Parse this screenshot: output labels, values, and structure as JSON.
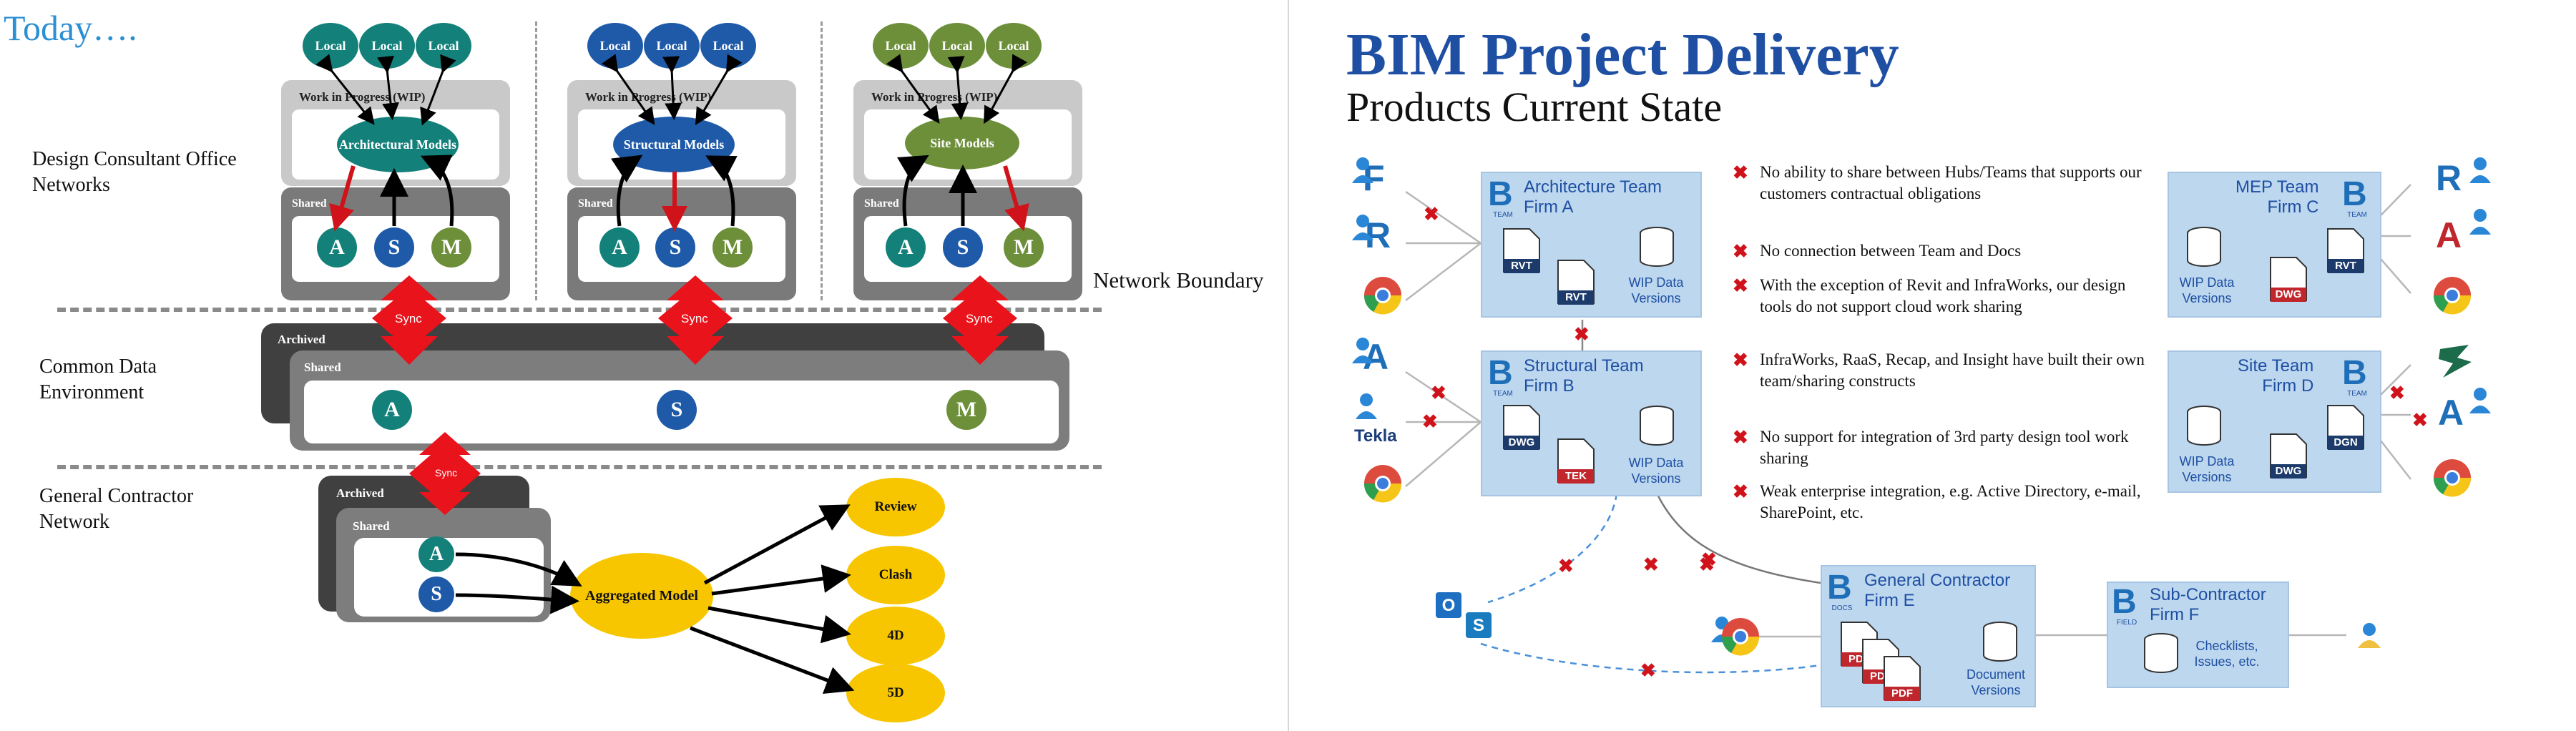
{
  "left": {
    "title": "Today….",
    "design_label": "Design Consultant Office Networks",
    "cde_label": "Common Data Environment",
    "gc_label": "General Contractor Network",
    "network_boundary": "Network Boundary",
    "wip_title": "Work in Progress (WIP)",
    "shared_title": "Shared",
    "archived_title": "Archived",
    "local": "Local",
    "sync": "Sync",
    "models": {
      "architectural": "Architectural Models",
      "structural": "Structural Models",
      "site": "Site Models"
    },
    "letters": {
      "a": "A",
      "s": "S",
      "m": "M"
    },
    "aggregated": "Aggregated Model",
    "outputs": [
      "Review",
      "Clash",
      "4D",
      "5D"
    ],
    "colors": {
      "teal": "#13807a",
      "blue": "#1f5aa8",
      "green": "#6d8f3a",
      "gold": "#f7c600",
      "sync_red": "#e8131b"
    }
  },
  "right": {
    "title": "BIM Project Delivery",
    "subtitle": "Products Current State",
    "teams": {
      "architecture": {
        "line1": "Architecture Team",
        "line2": "Firm A"
      },
      "structural": {
        "line1": "Structural Team",
        "line2": "Firm B"
      },
      "mep": {
        "line1": "MEP Team",
        "line2": "Firm C"
      },
      "site": {
        "line1": "Site Team",
        "line2": "Firm D"
      },
      "gc": {
        "line1": "General Contractor",
        "line2": "Firm E"
      },
      "sub": {
        "line1": "Sub-Contractor",
        "line2": "Firm F"
      }
    },
    "wip_data_versions": "WIP Data Versions",
    "document_versions": "Document Versions",
    "checklists": "Checklists, Issues, etc.",
    "logo_tags": {
      "team": "TEAM",
      "docs": "DOCS",
      "field": "FIELD"
    },
    "file_labels": {
      "rvt": "RVT",
      "dwg": "DWG",
      "tek": "TEK",
      "dgn": "DGN",
      "pdf": "PDF"
    },
    "app_letters": {
      "f": "F",
      "r": "R",
      "a": "A"
    },
    "tekla": "Tekla",
    "bullets": [
      "No ability to share between Hubs/Teams that supports our customers contractual obligations",
      "No connection between Team and Docs",
      "With the exception of Revit and InfraWorks, our design tools do not support cloud work sharing",
      "InfraWorks, RaaS, Recap, and Insight have built their own team/sharing constructs",
      "No support for integration of 3rd party design tool work sharing",
      "Weak enterprise integration, e.g. Active Directory, e-mail, SharePoint, etc."
    ],
    "x_mark": "✖",
    "colors": {
      "title_blue": "#1f4fa3",
      "box_fill": "#bcd7ee",
      "x_red": "#d0121b"
    }
  }
}
